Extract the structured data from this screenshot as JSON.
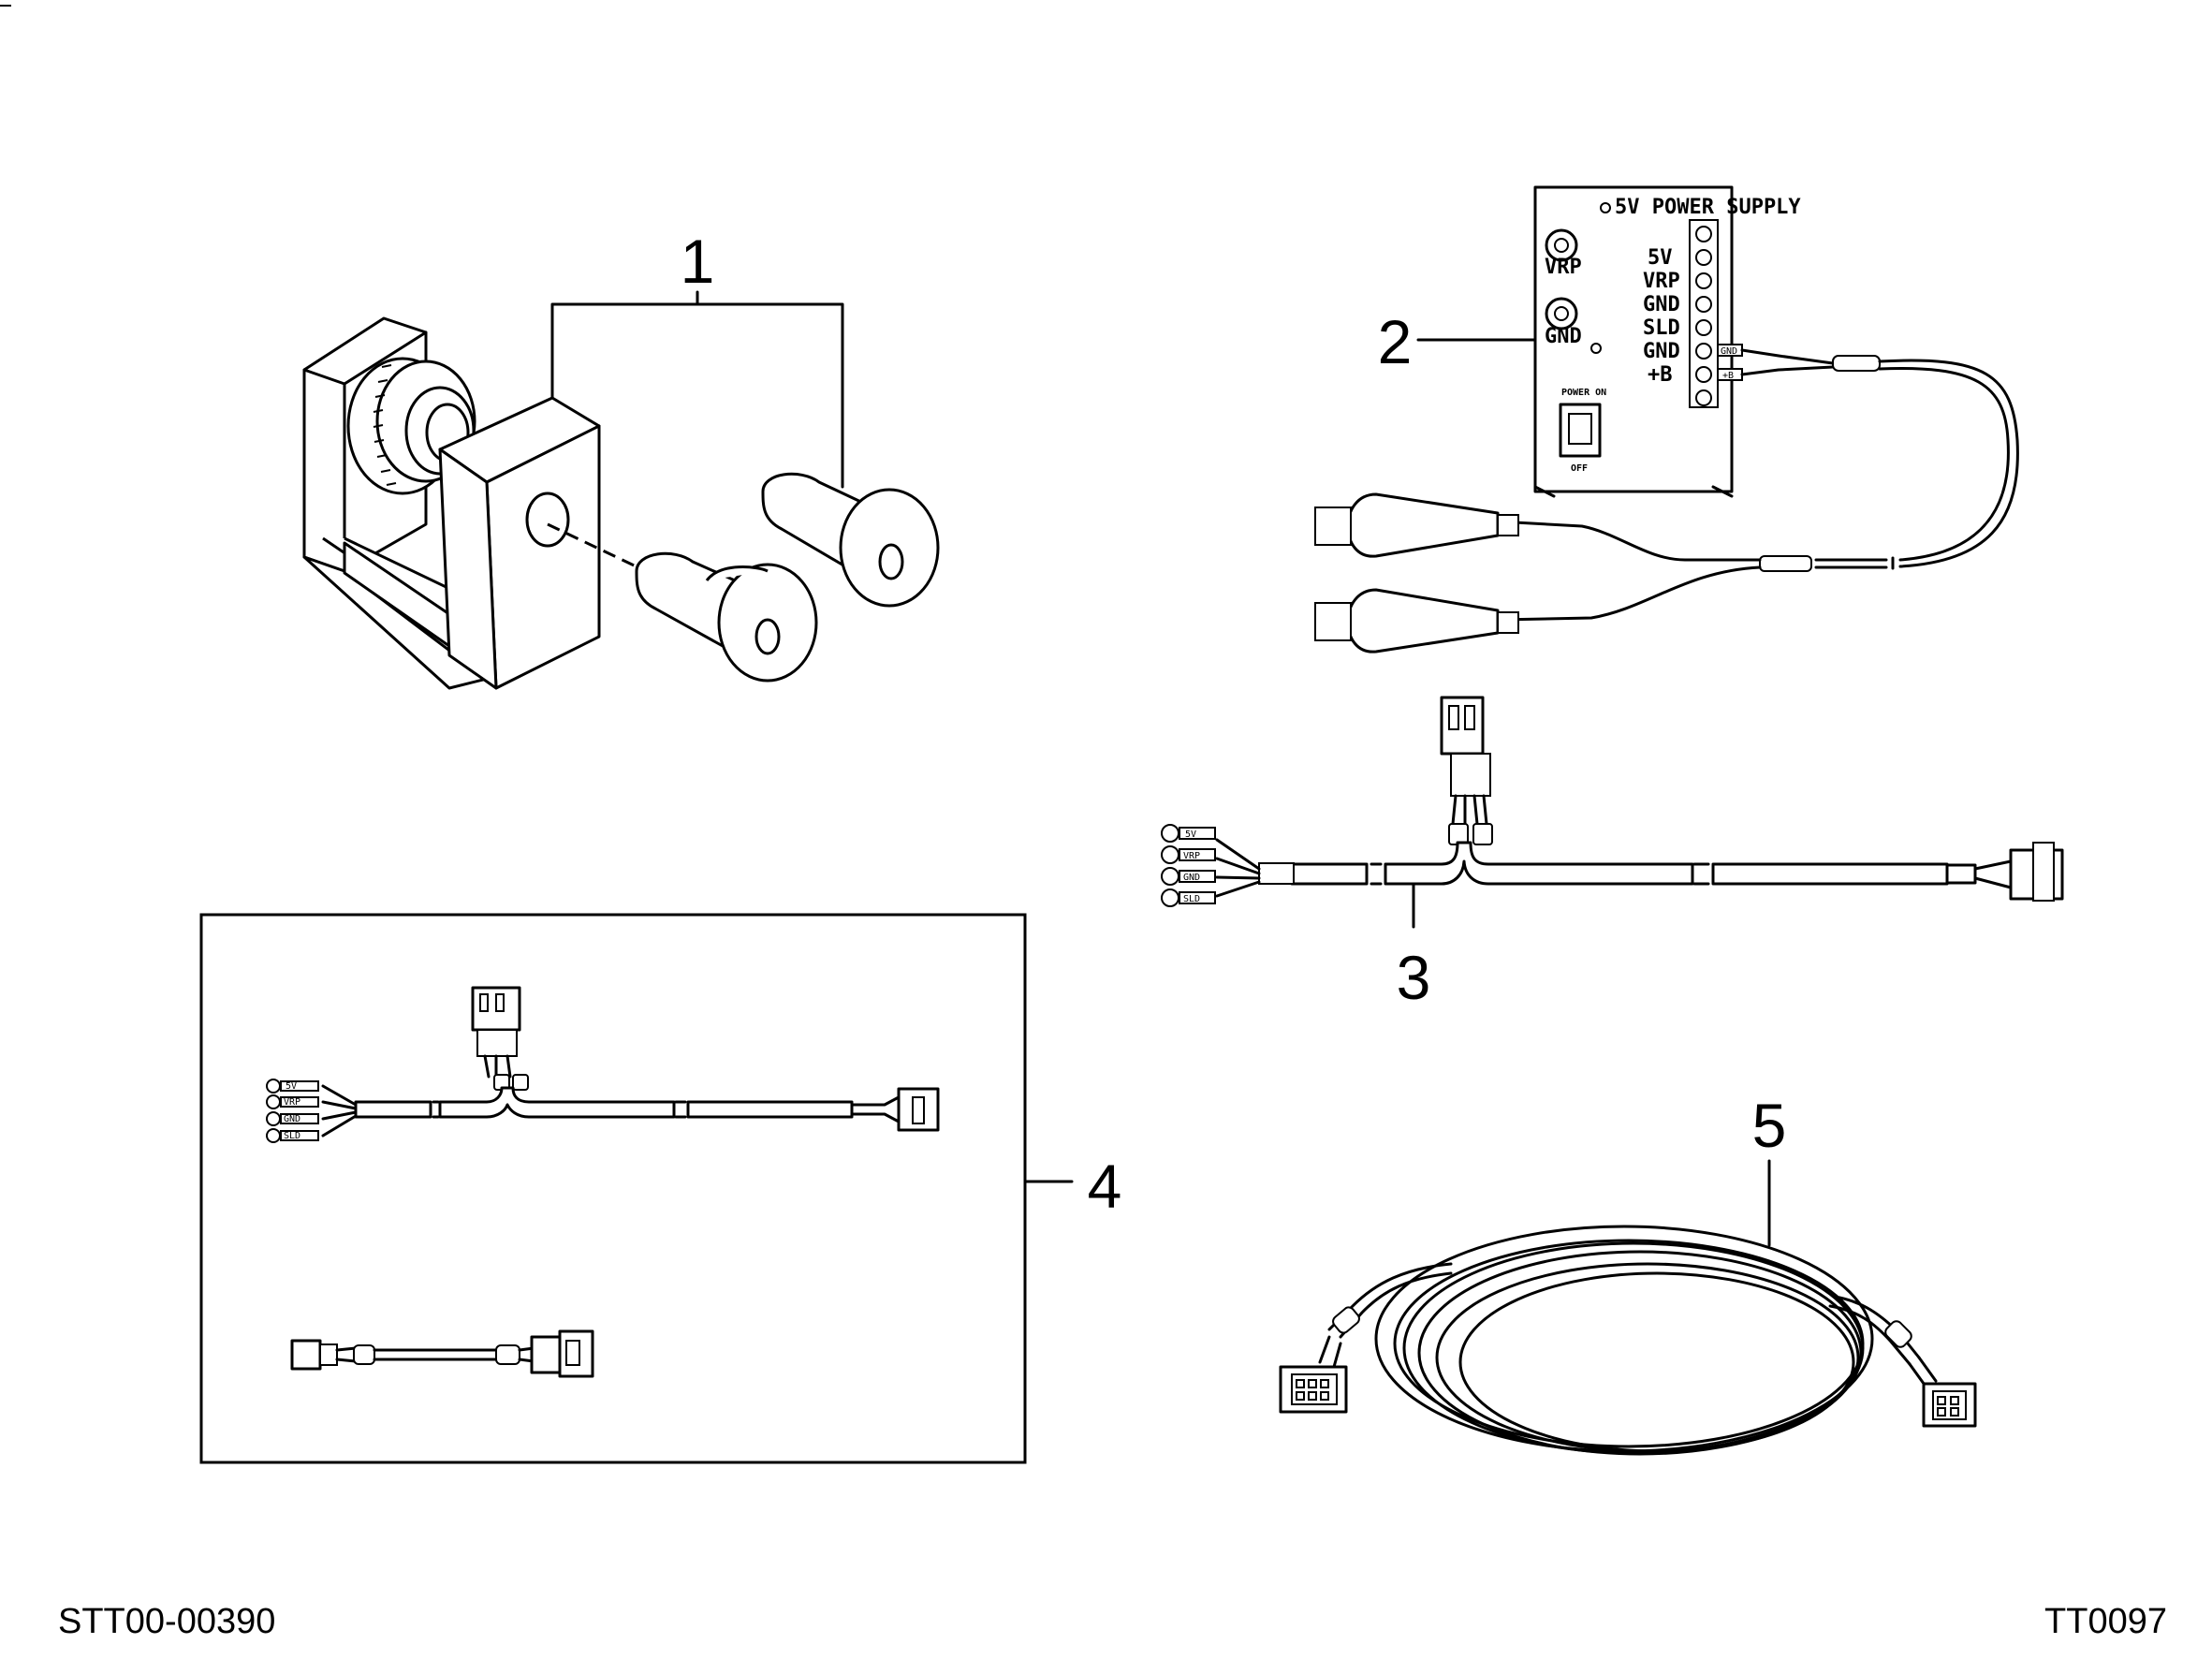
{
  "callouts": {
    "item1": "1",
    "item2": "2",
    "item3": "3",
    "item4": "4",
    "item5": "5"
  },
  "power_supply": {
    "title": "5V POWER SUPPLY",
    "jack_vrp": "VRP",
    "jack_gnd": "GND",
    "terminals": [
      "5V",
      "VRP",
      "GND",
      "SLD",
      "GND",
      "+B"
    ],
    "switch_on": "POWER ON",
    "switch_off": "OFF",
    "lead_gnd": "GND",
    "lead_b": "+B"
  },
  "harness3_tags": [
    "5V",
    "VRP",
    "GND",
    "SLD"
  ],
  "harness4_tags": [
    "5V",
    "VRP",
    "GND",
    "SLD"
  ],
  "footer": {
    "left_code": "STT00-00390",
    "right_code": "TT0097"
  }
}
